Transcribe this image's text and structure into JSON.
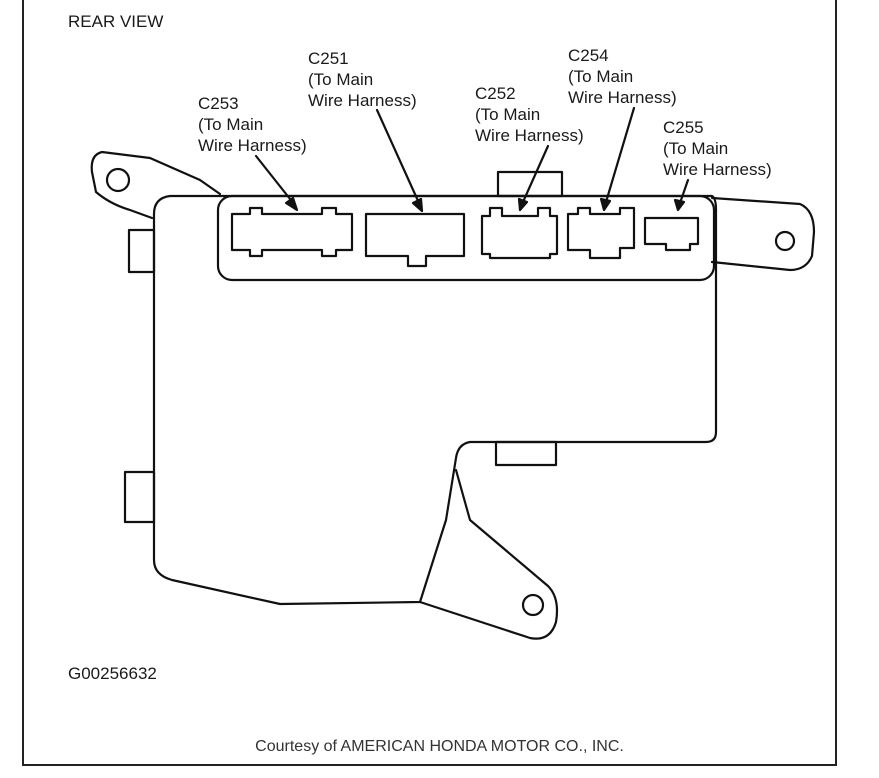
{
  "header": {
    "view_title": "REAR VIEW"
  },
  "connectors": [
    {
      "id": "C253",
      "note_line1": "(To Main",
      "note_line2": "Wire Harness)"
    },
    {
      "id": "C251",
      "note_line1": "(To Main",
      "note_line2": "Wire Harness)"
    },
    {
      "id": "C252",
      "note_line1": "(To Main",
      "note_line2": "Wire Harness)"
    },
    {
      "id": "C254",
      "note_line1": "(To Main",
      "note_line2": "Wire Harness)"
    },
    {
      "id": "C255",
      "note_line1": "(To Main",
      "note_line2": "Wire Harness)"
    }
  ],
  "footer": {
    "figure_id": "G00256632",
    "courtesy": "Courtesy of AMERICAN HONDA MOTOR CO., INC."
  }
}
